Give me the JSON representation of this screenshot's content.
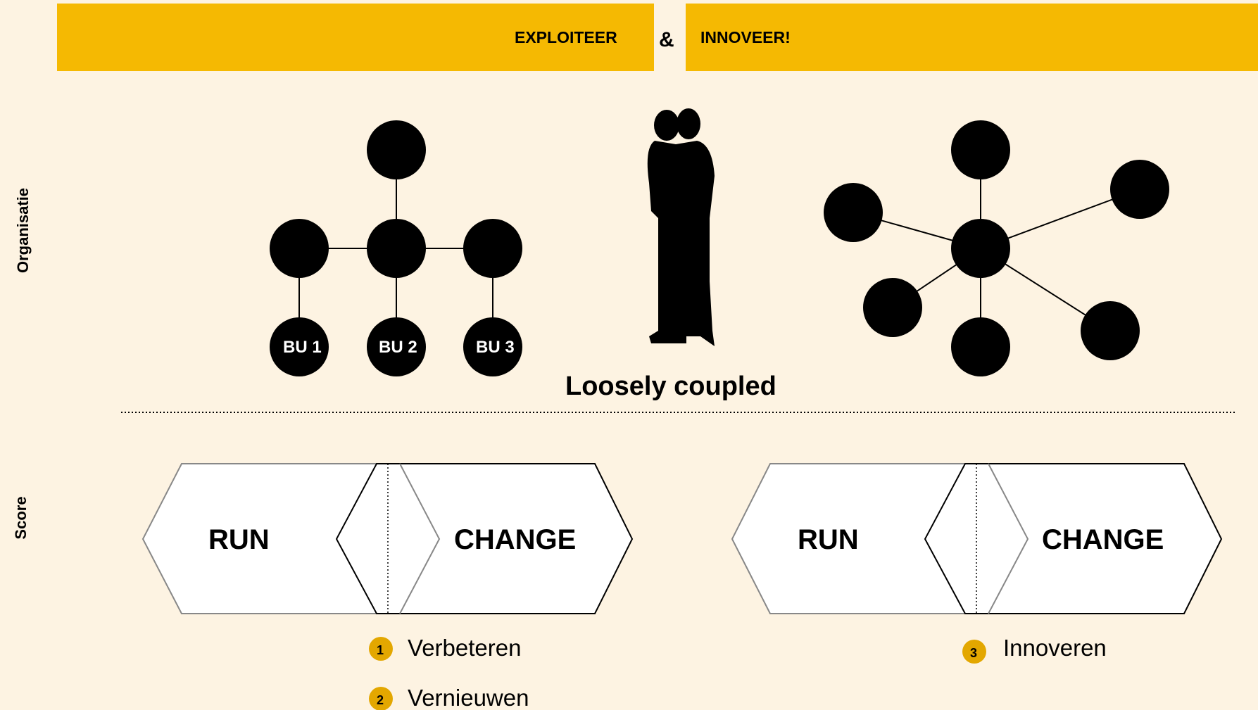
{
  "header": {
    "left_label": "EXPLOITEER",
    "ampersand": "&",
    "right_label": "INNOVEER!"
  },
  "side_labels": {
    "top": "Organisatie",
    "bottom": "Score"
  },
  "org": {
    "bu_labels": [
      "BU 1",
      "BU 2",
      "BU 3"
    ],
    "caption": "Loosely coupled"
  },
  "score": {
    "left": {
      "run": "RUN",
      "change": "CHANGE"
    },
    "right": {
      "run": "RUN",
      "change": "CHANGE"
    }
  },
  "legend": {
    "items": [
      {
        "num": "1",
        "label": "Verbeteren"
      },
      {
        "num": "2",
        "label": "Vernieuwen"
      },
      {
        "num": "3",
        "label": "Innoveren"
      }
    ]
  },
  "colors": {
    "background": "#fdf3e2",
    "accent": "#f5b902",
    "badge": "#e3a700",
    "ink": "#000000"
  }
}
